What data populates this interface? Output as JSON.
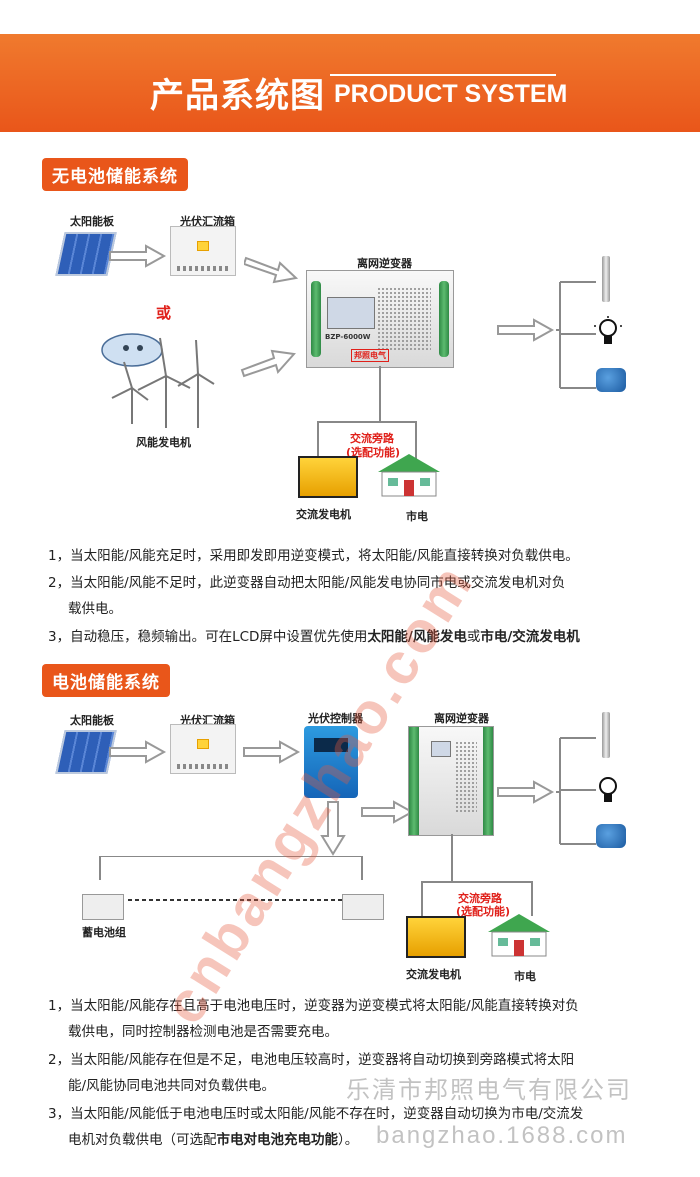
{
  "header": {
    "title_cn": "产品系统图",
    "title_en": "PRODUCT SYSTEM"
  },
  "section1": {
    "badge": "无电池储能系统",
    "labels": {
      "solar_panel": "太阳能板",
      "combiner_box": "光伏汇流箱",
      "or": "或",
      "wind": "风能发电机",
      "inverter": "离网逆变器",
      "inverter_model": "BZP-6000W",
      "inverter_brand": "邦照电气",
      "ac_bypass_1": "交流旁路",
      "ac_bypass_2": "(选配功能)",
      "generator": "交流发电机",
      "grid": "市电"
    },
    "notes": [
      {
        "num": "1，",
        "text": "当太阳能/风能充足时，采用即发即用逆变模式，将太阳能/风能直接转换对负载供电。"
      },
      {
        "num": "2，",
        "text": "当太阳能/风能不足时，此逆变器自动把太阳能/风能发电协同市电或交流发电机对负",
        "cont": "载供电。"
      },
      {
        "num": "3，",
        "text": "自动稳压，稳频输出。可在LCD屏中设置优先使用",
        "b1": "太阳能/风能发电",
        "mid": "或",
        "b2": "市电/交流发电机"
      }
    ]
  },
  "section2": {
    "badge": "电池储能系统",
    "labels": {
      "solar_panel": "太阳能板",
      "combiner_box": "光伏汇流箱",
      "controller": "光伏控制器",
      "inverter": "离网逆变器",
      "battery": "蓄电池组",
      "ac_bypass_1": "交流旁路",
      "ac_bypass_2": "(选配功能)",
      "generator": "交流发电机",
      "grid": "市电"
    },
    "notes": [
      {
        "num": "1，",
        "text": "当太阳能/风能存在且高于电池电压时，逆变器为逆变模式将太阳能/风能直接转换对负",
        "cont": "载供电，同时控制器检测电池是否需要充电。"
      },
      {
        "num": "2，",
        "text": "当太阳能/风能存在但是不足，电池电压较高时，逆变器将自动切换到旁路模式将太阳",
        "cont": "能/风能协同电池共同对负载供电。"
      },
      {
        "num": "3，",
        "text": "当太阳能/风能低于电池电压时或太阳能/风能不存在时，逆变器自动切换为市电/交流发",
        "cont_a": "电机对负载供电（可选配",
        "cont_b": "市电对电池充电功能",
        "cont_c": "）。"
      }
    ]
  },
  "watermark": {
    "diagonal": "cnbangzhao.com",
    "company": "乐清市邦照电气有限公司",
    "site": "bangzhao.1688.com"
  },
  "colors": {
    "accent": "#e9561a",
    "inverter_green": "#2f8a46"
  },
  "icons": [
    "pump-icon",
    "bulb-icon",
    "motor-icon",
    "solar-panel-icon",
    "wind-turbine-icon",
    "generator-icon",
    "house-icon",
    "battery-icon"
  ]
}
